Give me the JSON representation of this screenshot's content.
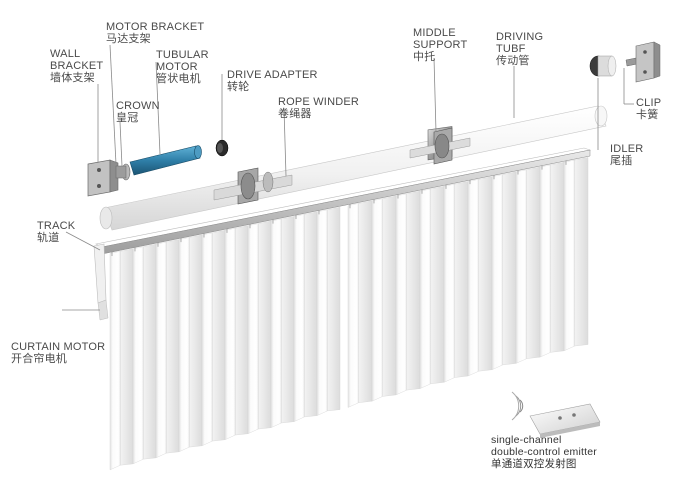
{
  "labels": {
    "motor_bracket": {
      "en": "MOTOR BRACKET",
      "cn": "马达支架"
    },
    "wall_bracket": {
      "en1": "WALL",
      "en2": "BRACKET",
      "cn": "墙体支架"
    },
    "tubular_motor": {
      "en1": "TUBULAR",
      "en2": "MOTOR",
      "cn": "管状电机"
    },
    "drive_adapter": {
      "en": "DRIVE ADAPTER",
      "cn": "转轮"
    },
    "crown": {
      "en": "CROWN",
      "cn": "皇冠"
    },
    "rope_winder": {
      "en": "ROPE WINDER",
      "cn": "卷绳器"
    },
    "middle_support": {
      "en1": "MIDDLE",
      "en2": "SUPPORT",
      "cn": "中托"
    },
    "driving_tube": {
      "en1": "DRIVING",
      "en2": "TUBF",
      "cn": "传动管"
    },
    "clip": {
      "en": "CLIP",
      "cn": "卡簧"
    },
    "idler": {
      "en": "IDLER",
      "cn": "尾插"
    },
    "track": {
      "en": "TRACK",
      "cn": "轨道"
    },
    "curtain_motor": {
      "en": "CURTAIN MOTOR",
      "cn": "开合帘电机"
    },
    "emitter": {
      "en1": "single-channel",
      "en2": "double-control emitter",
      "cn": "单通道双控发射图"
    }
  },
  "colors": {
    "label_text": "#4a4a4a",
    "leader_line": "#8a8a8a",
    "tube": "#f4f4f4",
    "motor": "#2f7fa8",
    "bracket": "#9a9a9a",
    "curtain_light": "#fafafa",
    "curtain_shade": "#e6e6e6"
  }
}
